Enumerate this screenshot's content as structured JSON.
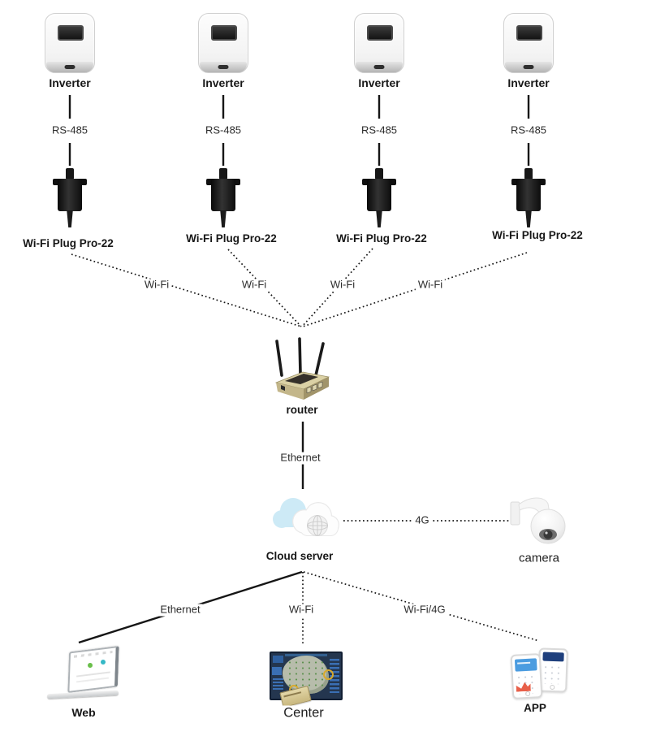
{
  "columns": [
    {
      "device": "Inverter",
      "bus": "RS-485",
      "adapter": "Wi-Fi Plug Pro-22",
      "link": "Wi-Fi"
    },
    {
      "device": "Inverter",
      "bus": "RS-485",
      "adapter": "Wi-Fi Plug Pro-22",
      "link": "Wi-Fi"
    },
    {
      "device": "Inverter",
      "bus": "RS-485",
      "adapter": "Wi-Fi Plug Pro-22",
      "link": "Wi-Fi"
    },
    {
      "device": "Inverter",
      "bus": "RS-485",
      "adapter": "Wi-Fi Plug Pro-22",
      "link": "Wi-Fi"
    }
  ],
  "core": {
    "router_label": "router",
    "router_cloud_link": "Ethernet",
    "cloud_label": "Cloud server",
    "camera_link": "4G",
    "camera_label": "camera"
  },
  "endpoints": {
    "web": {
      "link": "Ethernet",
      "label": "Web"
    },
    "center": {
      "link": "Wi-Fi",
      "label": "Center"
    },
    "app": {
      "link": "Wi-Fi/4G",
      "label": "APP"
    }
  },
  "colors": {
    "line": "#161616",
    "router_body": "#dbd1a5",
    "cloud_blue": "#cdeaf6",
    "gauge_yellow": "#d8a92c",
    "app_blue": "#4b9ce0",
    "app_navy": "#1e3f7d",
    "chart_red": "#e8604a"
  }
}
